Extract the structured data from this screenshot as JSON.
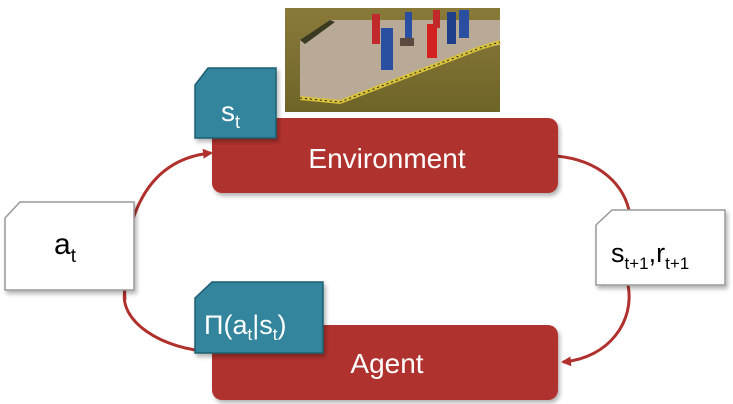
{
  "diagram": {
    "environment_box": {
      "label": "Environment"
    },
    "agent_box": {
      "label": "Agent"
    },
    "state_tag": {
      "base": "s",
      "subscript": "t"
    },
    "action_tag": {
      "base": "a",
      "subscript": "t"
    },
    "feedback_tag": {
      "state_base": "s",
      "state_subscript": "t+1",
      "separator": ",",
      "reward_base": "r",
      "reward_subscript": "t+1"
    },
    "policy_tag": {
      "prefix": "Π(a",
      "action_subscript": "t",
      "bar": "|s",
      "state_subscript": "t",
      "suffix": ")"
    },
    "environment_thumbnail": {
      "icon": "3d-arena-scene-image"
    },
    "colors": {
      "box_fill": "#b0302d",
      "box_text": "#ffffff",
      "tag_fill": "#31859c",
      "arrow": "#b0302d",
      "note_border": "#999999"
    }
  }
}
